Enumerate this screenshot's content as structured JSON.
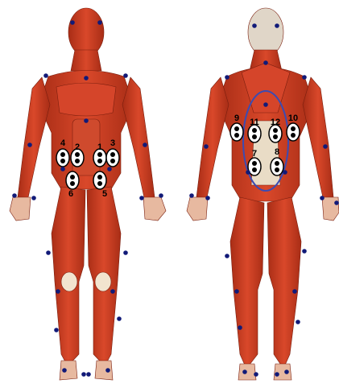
{
  "colors": {
    "muscle": "#c63a1f",
    "muscle_dark": "#8e2412",
    "muscle_light": "#e06a45",
    "tendon": "#f2e4cf",
    "marker": "#111a78",
    "electrode_ring": "#000000",
    "electrode_fill": "#ffffff",
    "region_outline": "#3b4bb3"
  },
  "figures": [
    {
      "view": "anterior"
    },
    {
      "view": "posterior"
    }
  ],
  "electrode_labels": [
    "1",
    "2",
    "3",
    "4",
    "5",
    "6",
    "7",
    "8",
    "9",
    "10",
    "11",
    "12"
  ]
}
